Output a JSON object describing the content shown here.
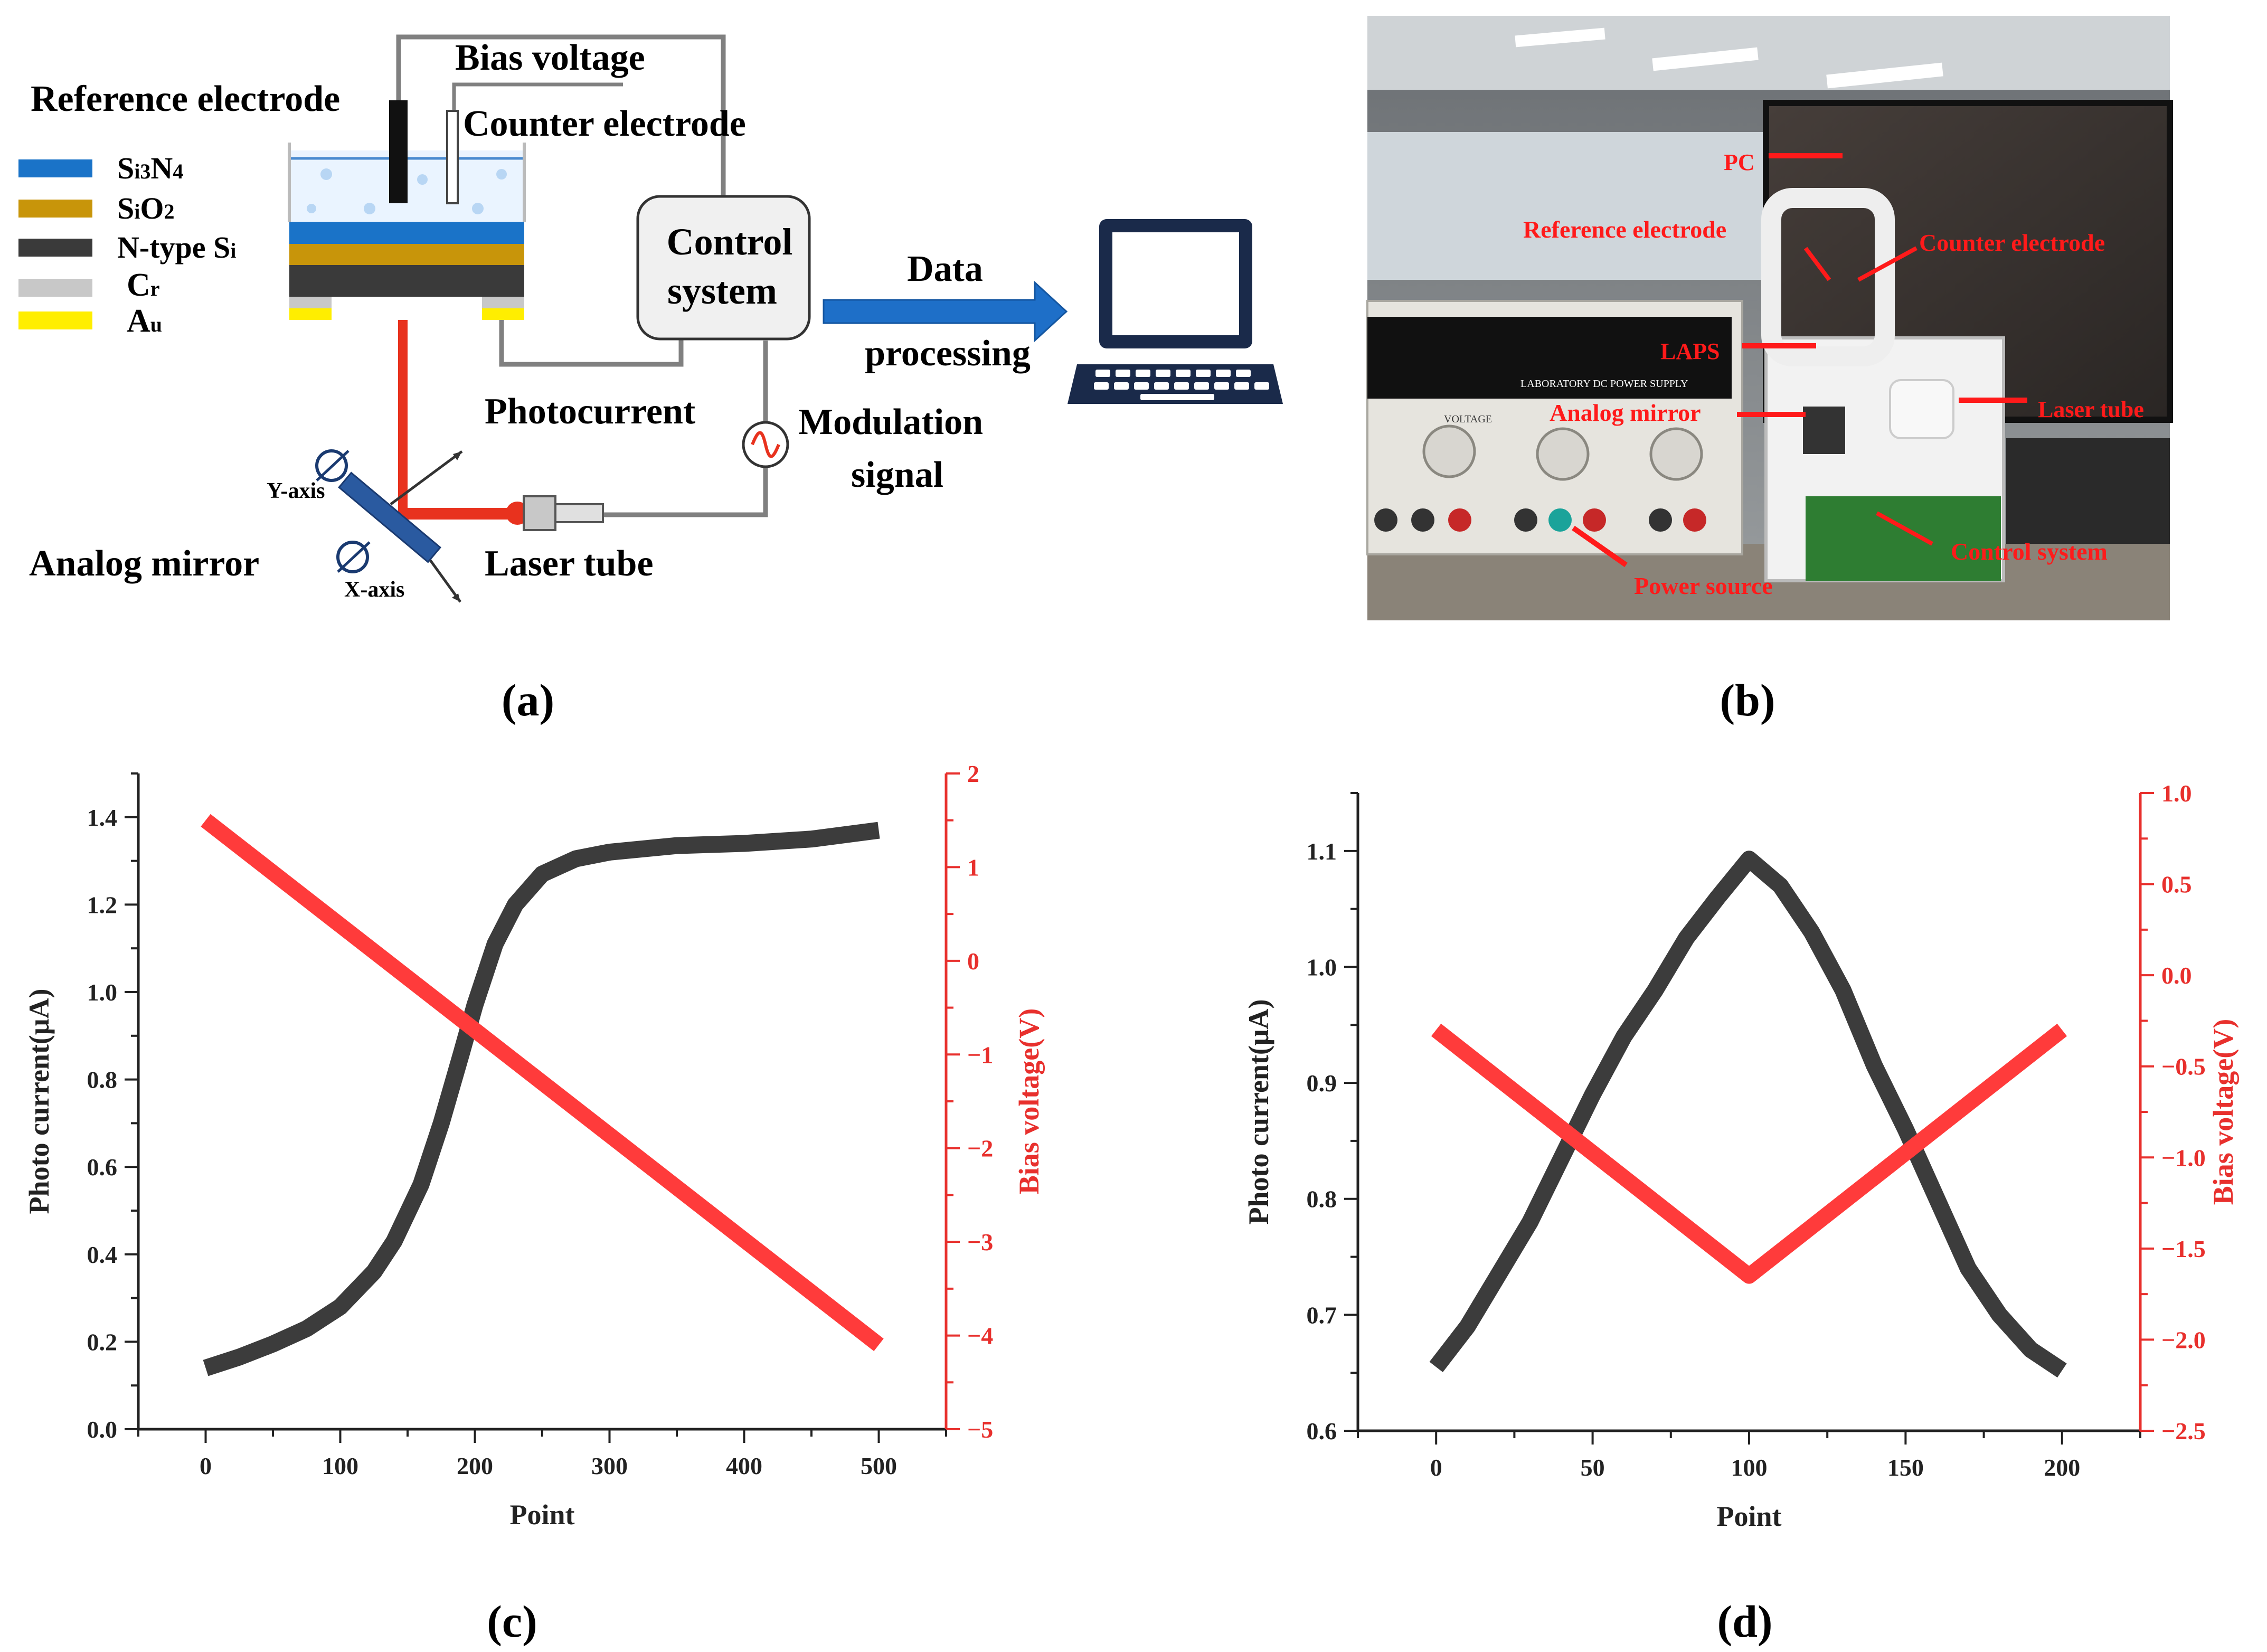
{
  "colors": {
    "black_series": "#3c3c3c",
    "red_series": "#ff3b3b",
    "red_axis": "#e8302d",
    "si3n4": "#1a73c8",
    "sio2": "#c8950a",
    "ntype": "#3a3a3a",
    "cr": "#c8c8c8",
    "au": "#ffee00",
    "laser": "#e8321e",
    "arrow_blue": "#1e6fc8",
    "wire": "#808080",
    "photo_label": "#ff1a1a"
  },
  "panel_labels": {
    "a": "(a)",
    "b": "(b)",
    "c": "(c)",
    "d": "(d)"
  },
  "diagram": {
    "bias_voltage": "Bias voltage",
    "reference_electrode": "Reference electrode",
    "counter_electrode": "Counter electrode",
    "control_line1": "Control",
    "control_line2": "system",
    "data_processing_1": "Data",
    "data_processing_2": "processing",
    "photocurrent": "Photocurrent",
    "modulation_1": "Modulation",
    "modulation_2": "signal",
    "analog_mirror": "Analog mirror",
    "laser_tube": "Laser tube",
    "y_axis": "Y-axis",
    "x_axis": "X-axis",
    "legend": [
      {
        "base": "S",
        "small": "i3",
        "base2": "N",
        "small2": "4",
        "color": "#1a73c8"
      },
      {
        "base": "S",
        "small": "i",
        "base2": "O",
        "small2": "2",
        "color": "#c8950a"
      },
      {
        "base": "N-type S",
        "small": "i",
        "base2": "",
        "small2": "",
        "color": "#3a3a3a"
      },
      {
        "base": "C",
        "small": "r",
        "base2": "",
        "small2": "",
        "color": "#c8c8c8"
      },
      {
        "base": "A",
        "small": "u",
        "base2": "",
        "small2": "",
        "color": "#ffee00"
      }
    ]
  },
  "photo": {
    "pc": "PC",
    "reference_electrode": "Reference electrode",
    "counter_electrode": "Counter electrode",
    "laps": "LAPS",
    "analog_mirror": "Analog mirror",
    "laser_tube": "Laser tube",
    "control_system": "Control system",
    "power_source": "Power source",
    "supply_label": "LABORATORY DC POWER SUPPLY",
    "voltage_label": "VOLTAGE"
  },
  "chart_data": [
    {
      "id": "c",
      "type": "line",
      "xlabel": "Point",
      "ylabel": "Photo current(μA)",
      "y2label": "Bias voltage(V)",
      "xlim": [
        -50,
        550
      ],
      "ylim": [
        0,
        1.5
      ],
      "y2lim": [
        -5,
        2
      ],
      "xticks": [
        0,
        100,
        200,
        300,
        400,
        500
      ],
      "yticks": [
        "0.0",
        "0.2",
        "0.4",
        "0.6",
        "0.8",
        "1.0",
        "1.2",
        "1.4"
      ],
      "y2ticks": [
        "−5",
        "−4",
        "−3",
        "−2",
        "−1",
        "0",
        "1",
        "2"
      ],
      "series": [
        {
          "axis": "left",
          "color": "#3c3c3c",
          "x": [
            0,
            25,
            50,
            75,
            100,
            125,
            140,
            160,
            175,
            190,
            200,
            215,
            230,
            250,
            275,
            300,
            350,
            400,
            450,
            500
          ],
          "y": [
            0.14,
            0.165,
            0.195,
            0.23,
            0.28,
            0.36,
            0.43,
            0.56,
            0.7,
            0.86,
            0.97,
            1.11,
            1.2,
            1.27,
            1.305,
            1.32,
            1.335,
            1.34,
            1.35,
            1.37
          ]
        },
        {
          "axis": "right",
          "color": "#ff3b3b",
          "x": [
            0,
            500
          ],
          "y": [
            1.5,
            -4.1
          ]
        }
      ]
    },
    {
      "id": "d",
      "type": "line",
      "xlabel": "Point",
      "ylabel": "Photo current(μA)",
      "y2label": "Bias voltage(V)",
      "xlim": [
        -25,
        225
      ],
      "ylim": [
        0.6,
        1.15
      ],
      "y2lim": [
        -2.5,
        1.0
      ],
      "xticks": [
        0,
        50,
        100,
        150,
        200
      ],
      "yticks": [
        "0.6",
        "0.7",
        "0.8",
        "0.9",
        "1.0",
        "1.1"
      ],
      "y2ticks": [
        "−2.5",
        "−2.0",
        "−1.5",
        "−1.0",
        "−0.5",
        "0.0",
        "0.5",
        "1.0"
      ],
      "series": [
        {
          "axis": "left",
          "color": "#3c3c3c",
          "x": [
            0,
            10,
            20,
            30,
            40,
            50,
            60,
            70,
            80,
            90,
            100,
            110,
            120,
            130,
            140,
            150,
            160,
            170,
            180,
            190,
            200
          ],
          "y": [
            0.655,
            0.69,
            0.735,
            0.78,
            0.835,
            0.89,
            0.94,
            0.98,
            1.025,
            1.06,
            1.093,
            1.07,
            1.03,
            0.98,
            0.915,
            0.86,
            0.8,
            0.74,
            0.7,
            0.67,
            0.652
          ]
        },
        {
          "axis": "right",
          "color": "#ff3b3b",
          "x": [
            0,
            100,
            200
          ],
          "y": [
            -0.3,
            -1.65,
            -0.3
          ]
        }
      ]
    }
  ]
}
